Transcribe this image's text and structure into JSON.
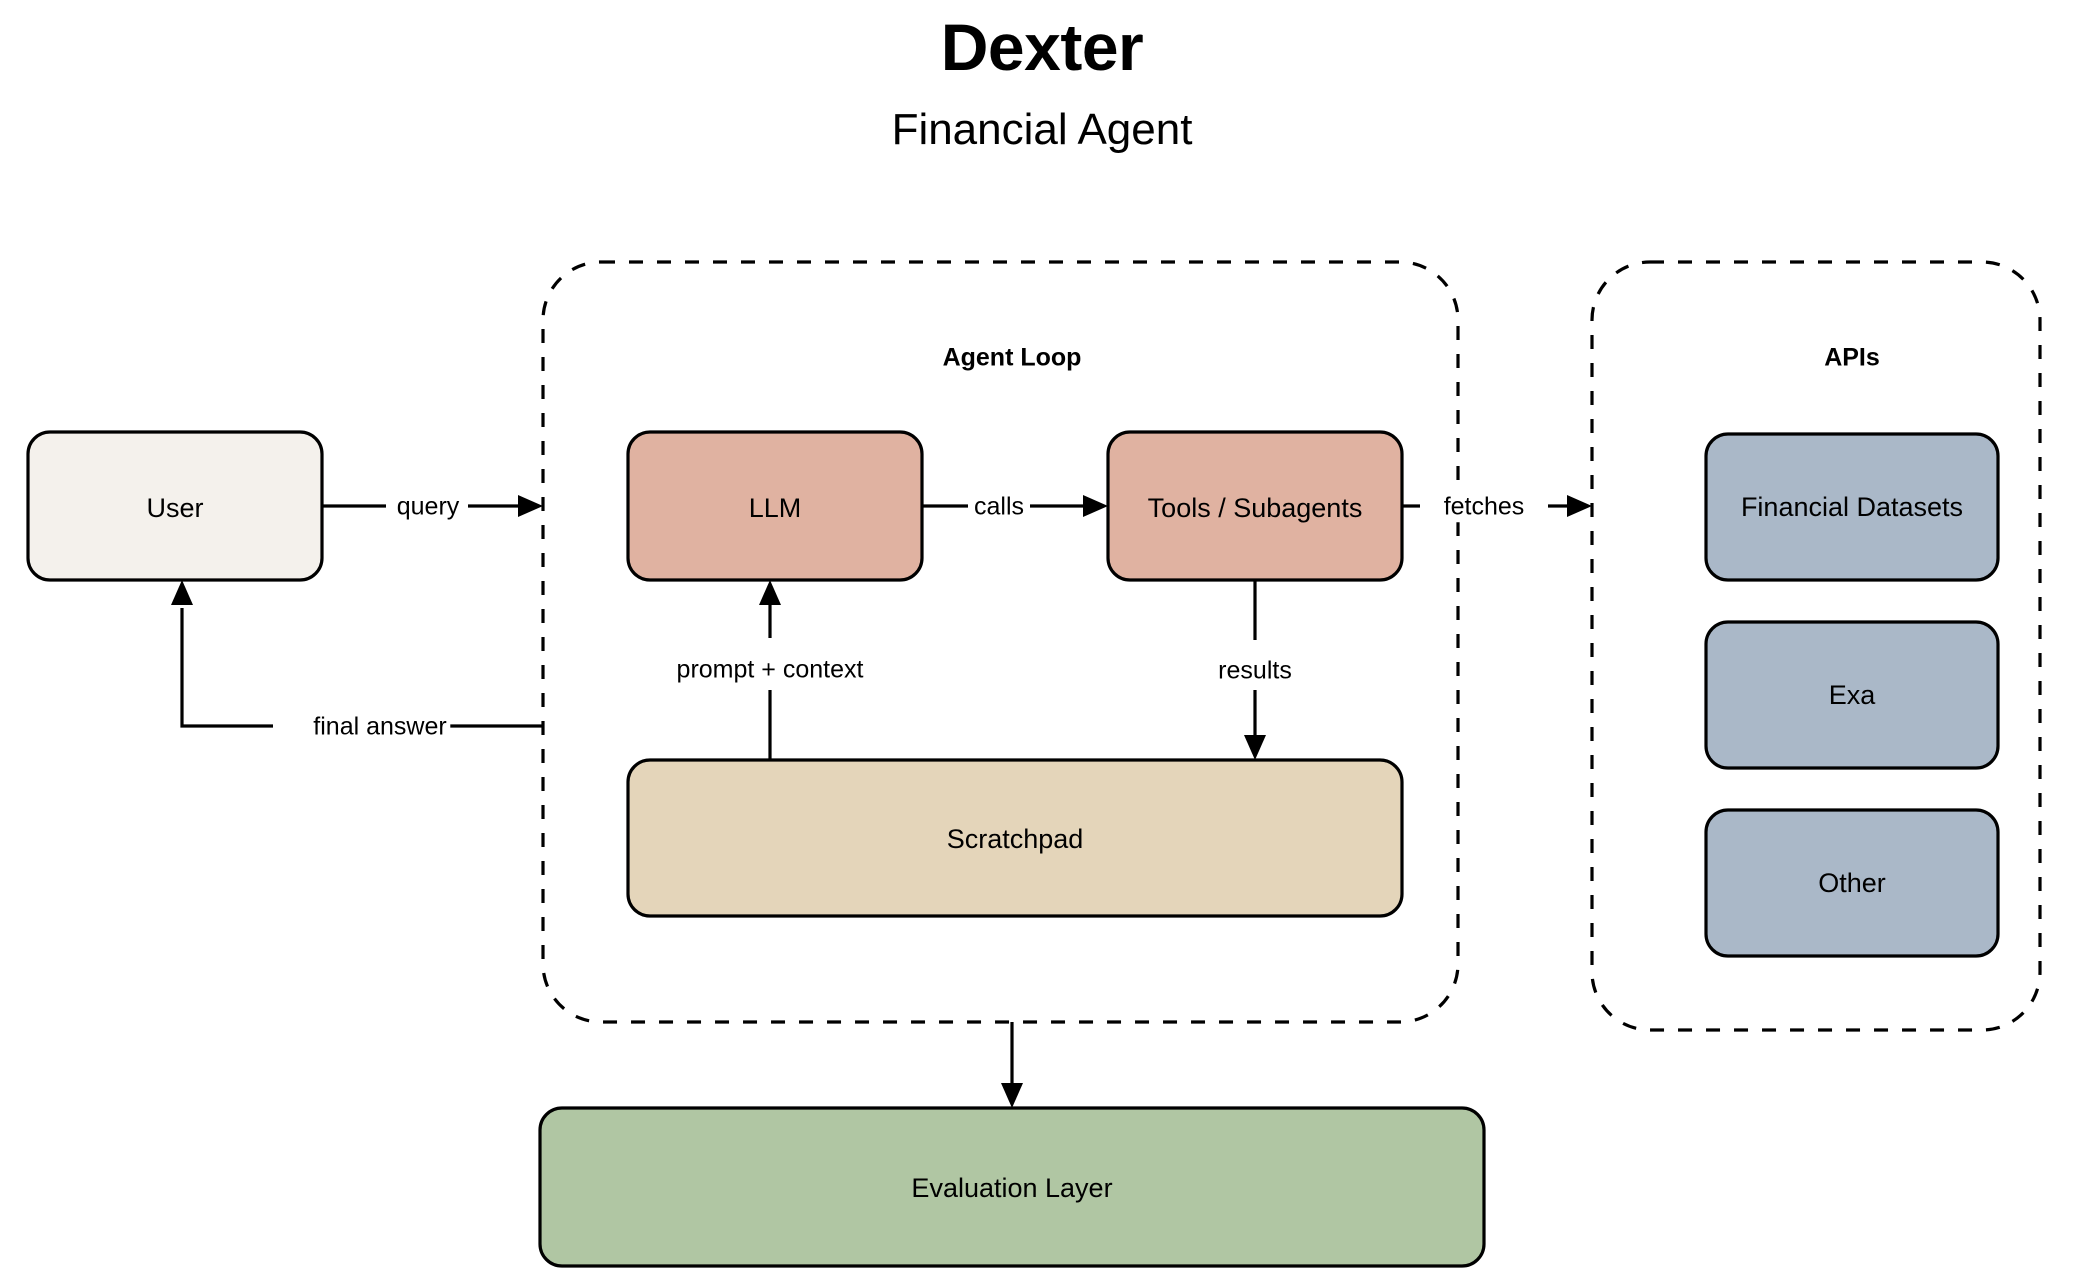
{
  "header": {
    "title": "Dexter",
    "subtitle": "Financial Agent"
  },
  "groups": {
    "agent_loop": {
      "title": "Agent Loop"
    },
    "apis": {
      "title": "APIs"
    }
  },
  "nodes": {
    "user": {
      "label": "User"
    },
    "llm": {
      "label": "LLM"
    },
    "tools": {
      "label": "Tools / Subagents"
    },
    "scratchpad": {
      "label": "Scratchpad"
    },
    "evaluation": {
      "label": "Evaluation Layer"
    },
    "financial_datasets": {
      "label": "Financial Datasets"
    },
    "exa": {
      "label": "Exa"
    },
    "other": {
      "label": "Other"
    }
  },
  "edges": {
    "query": {
      "label": "query"
    },
    "calls": {
      "label": "calls"
    },
    "fetches": {
      "label": "fetches"
    },
    "results": {
      "label": "results"
    },
    "prompt_context": {
      "label": "prompt + context"
    },
    "final_answer": {
      "label": "final answer"
    }
  },
  "colors": {
    "background": "#ffffff",
    "stroke": "#000000",
    "user_fill": "#f4f1ec",
    "llm_fill": "#e0b2a1",
    "tools_fill": "#e0b2a1",
    "scratchpad_fill": "#e4d5ba",
    "evaluation_fill": "#b0c6a3",
    "api_fill": "#aab8c8"
  }
}
